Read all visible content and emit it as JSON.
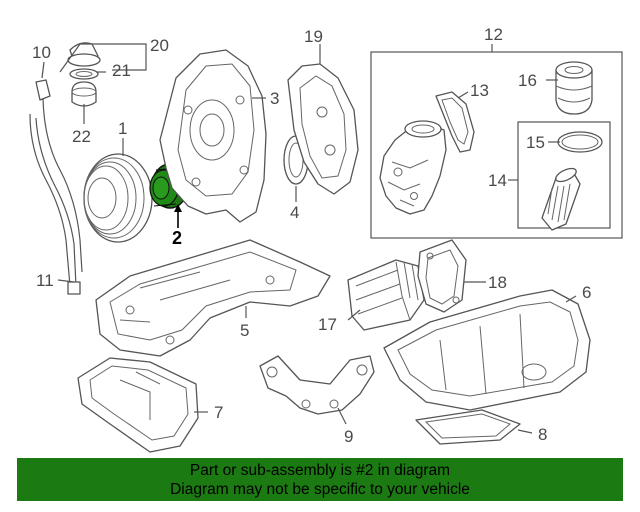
{
  "callouts": [
    "1",
    "2",
    "3",
    "4",
    "5",
    "6",
    "7",
    "8",
    "9",
    "10",
    "11",
    "12",
    "13",
    "14",
    "15",
    "16",
    "17",
    "18",
    "19",
    "20",
    "21",
    "22"
  ],
  "highlight_color": "#1b7a12",
  "banner": {
    "line1": "Part or sub-assembly is #2 in diagram",
    "line2": "Diagram may not be specific to your vehicle",
    "background": "#1b7a12"
  }
}
